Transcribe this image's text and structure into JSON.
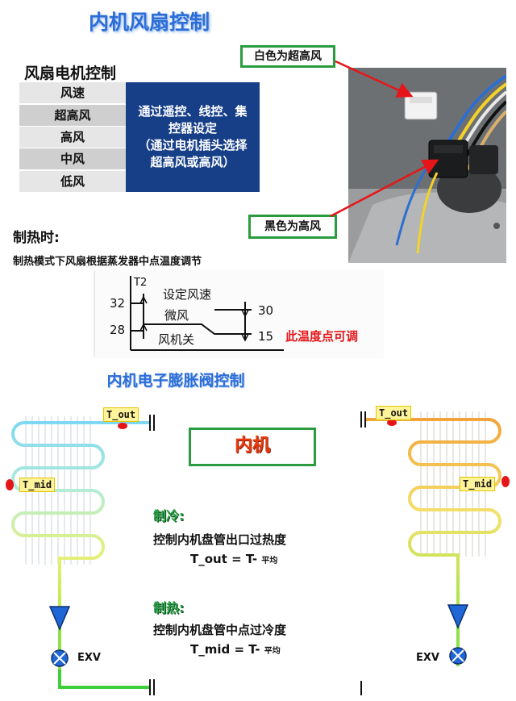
{
  "title": "内机风扇控制",
  "fan_section": {
    "title": "风扇电机控制",
    "speeds": [
      "风速",
      "超高风",
      "高风",
      "中风",
      "低风"
    ],
    "description_lines": [
      "通过遥控、线控、集",
      "控器设定",
      "（通过电机插头选择",
      "超高风或高风）"
    ]
  },
  "photo_callouts": {
    "white": "白色为超高风",
    "black": "黑色为高风"
  },
  "heating": {
    "title": "制热时:",
    "description": "制热模式下风扇根据蒸发器中点温度调节",
    "graph": {
      "axis_label": "T2",
      "left_ticks": [
        "32",
        "28"
      ],
      "right_ticks": [
        "30",
        "15"
      ],
      "zone_labels": [
        "设定风速",
        "微风",
        "风机关"
      ],
      "note": "此温度点可调"
    }
  },
  "exv_section": {
    "title": "内机电子膨胀阀控制",
    "unit_label": "内机",
    "tags": {
      "left_out": "T_out",
      "left_mid": "T_mid",
      "right_out": "T_out",
      "right_mid": "T_mid"
    },
    "cooling": {
      "title": "制冷:",
      "text": "控制内机盘管出口过热度",
      "formula_main": "T_out  =  T-",
      "formula_sub": "平均"
    },
    "heating": {
      "title": "制热:",
      "text": "控制内机盘管中点过冷度",
      "formula_main": "T_mid  =  T-",
      "formula_sub": "平均"
    },
    "exv_left": "EXV",
    "exv_right": "EXV"
  },
  "colors": {
    "title_blue": "#2c6ed6",
    "desc_navy": "#163f88",
    "callout_green": "#2b9b3f",
    "arrow_red": "#e5161a",
    "unit_orange": "#e83b12",
    "mode_green": "#2ea04a"
  }
}
